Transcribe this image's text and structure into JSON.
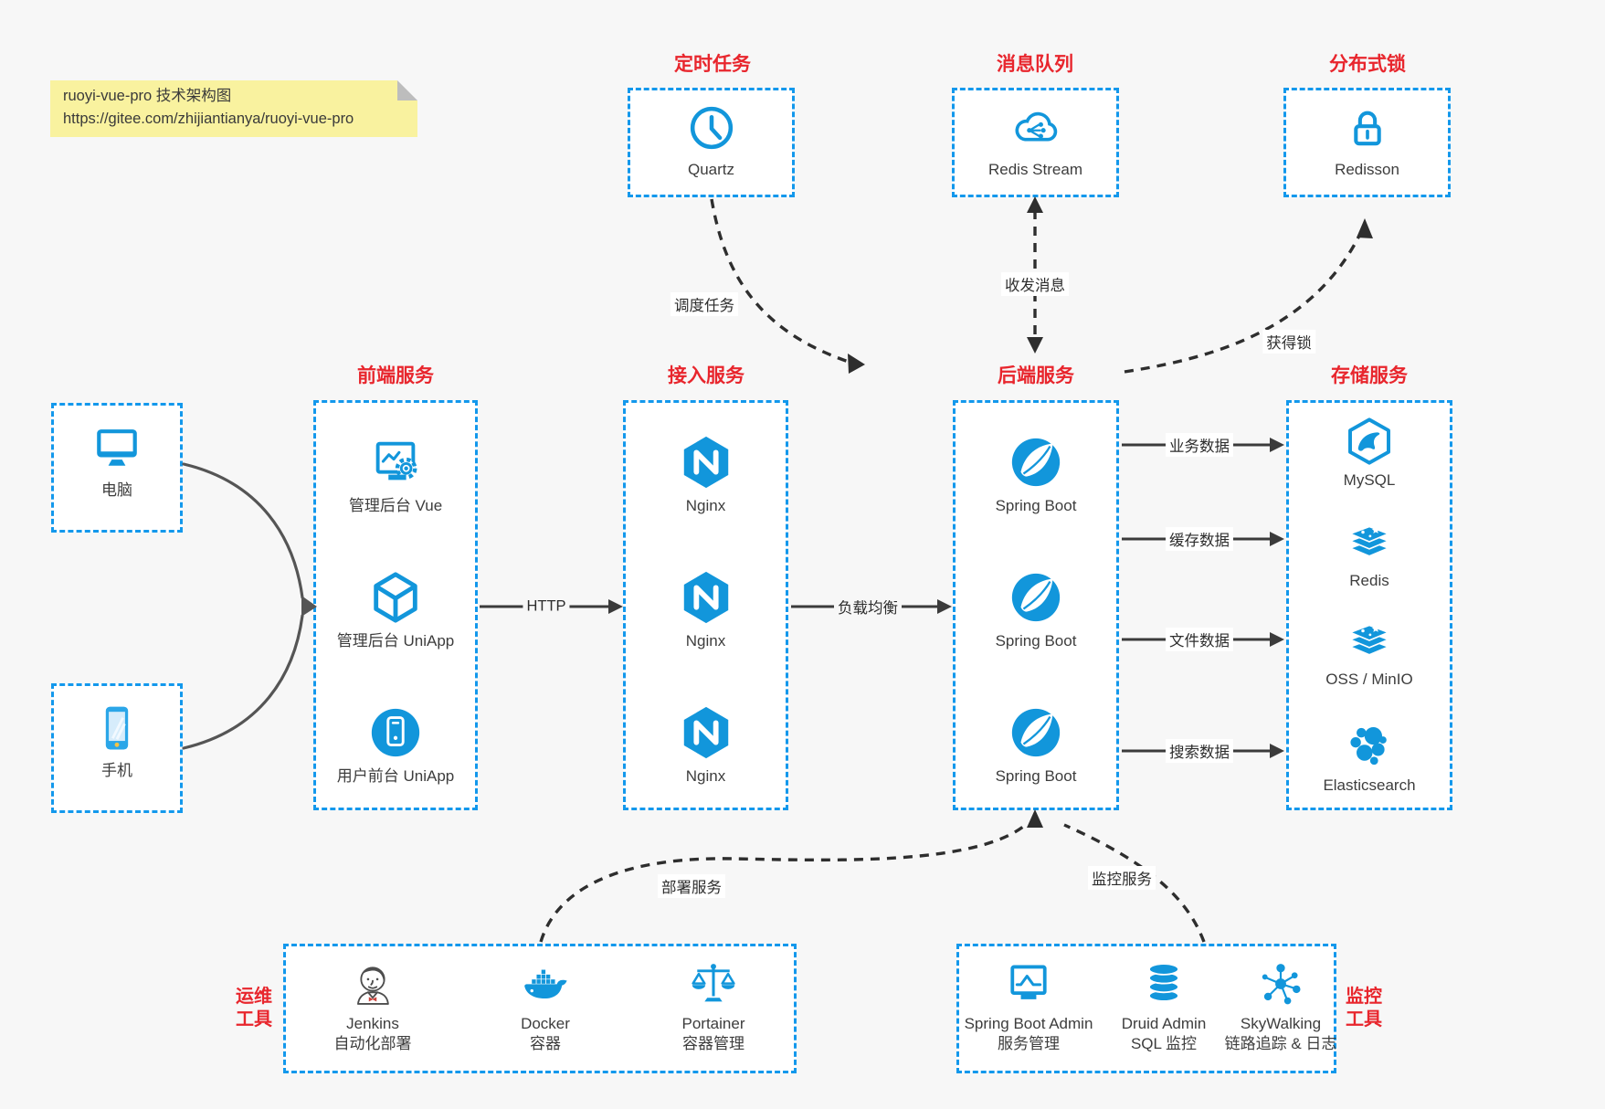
{
  "title_note": {
    "line1": "ruoyi-vue-pro 技术架构图",
    "line2": "https://gitee.com/zhijiantianya/ruoyi-vue-pro"
  },
  "colors": {
    "canvas_bg": "#f7f7f7",
    "box_border_blue": "#1398ec",
    "icon_blue": "#1296db",
    "accent_red": "#e8262d",
    "note_bg": "#f9f29f",
    "arrow_dark": "#3b3b3b"
  },
  "top_groups": [
    {
      "title": "定时任务",
      "item": {
        "label": "Quartz",
        "icon": "clock-icon"
      }
    },
    {
      "title": "消息队列",
      "item": {
        "label": "Redis Stream",
        "icon": "cloud-stream-icon"
      }
    },
    {
      "title": "分布式锁",
      "item": {
        "label": "Redisson",
        "icon": "lock-icon"
      }
    }
  ],
  "clients": [
    {
      "label": "电脑",
      "icon": "desktop-icon"
    },
    {
      "label": "手机",
      "icon": "phone-icon"
    }
  ],
  "columns": [
    {
      "title": "前端服务",
      "items": [
        {
          "label": "管理后台 Vue",
          "icon": "admin-vue-icon"
        },
        {
          "label": "管理后台 UniApp",
          "icon": "uniapp-cube-icon"
        },
        {
          "label": "用户前台 UniApp",
          "icon": "user-uniapp-icon"
        }
      ]
    },
    {
      "title": "接入服务",
      "items": [
        {
          "label": "Nginx",
          "icon": "nginx-icon"
        },
        {
          "label": "Nginx",
          "icon": "nginx-icon"
        },
        {
          "label": "Nginx",
          "icon": "nginx-icon"
        }
      ]
    },
    {
      "title": "后端服务",
      "items": [
        {
          "label": "Spring Boot",
          "icon": "spring-boot-icon"
        },
        {
          "label": "Spring Boot",
          "icon": "spring-boot-icon"
        },
        {
          "label": "Spring Boot",
          "icon": "spring-boot-icon"
        }
      ]
    },
    {
      "title": "存储服务",
      "items": [
        {
          "label": "MySQL",
          "icon": "mysql-icon"
        },
        {
          "label": "Redis",
          "icon": "redis-stack-icon"
        },
        {
          "label": "OSS / MinIO",
          "icon": "oss-stack-icon"
        },
        {
          "label": "Elasticsearch",
          "icon": "elasticsearch-icon"
        }
      ]
    }
  ],
  "bottom_groups": [
    {
      "title_line1": "运维",
      "title_line2": "工具",
      "items": [
        {
          "label": "Jenkins",
          "sublabel": "自动化部署",
          "icon": "jenkins-icon"
        },
        {
          "label": "Docker",
          "sublabel": "容器",
          "icon": "docker-icon"
        },
        {
          "label": "Portainer",
          "sublabel": "容器管理",
          "icon": "portainer-icon"
        }
      ]
    },
    {
      "title_line1": "监控",
      "title_line2": "工具",
      "items": [
        {
          "label": "Spring Boot Admin",
          "sublabel": "服务管理",
          "icon": "spring-boot-admin-icon"
        },
        {
          "label": "Druid Admin",
          "sublabel": "SQL 监控",
          "icon": "druid-icon"
        },
        {
          "label": "SkyWalking",
          "sublabel": "链路追踪 & 日志",
          "icon": "skywalking-icon"
        }
      ]
    }
  ],
  "edges": {
    "http": {
      "label": "HTTP",
      "style": "solid"
    },
    "load_balance": {
      "label": "负载均衡",
      "style": "solid"
    },
    "business_data": {
      "label": "业务数据",
      "style": "solid"
    },
    "cache_data": {
      "label": "缓存数据",
      "style": "solid"
    },
    "file_data": {
      "label": "文件数据",
      "style": "solid"
    },
    "search_data": {
      "label": "搜索数据",
      "style": "solid"
    },
    "schedule_task": {
      "label": "调度任务",
      "style": "dashed"
    },
    "send_receive_message": {
      "label": "收发消息",
      "style": "dashed"
    },
    "acquire_lock": {
      "label": "获得锁",
      "style": "dashed"
    },
    "deploy_service": {
      "label": "部署服务",
      "style": "dashed"
    },
    "monitor_service": {
      "label": "监控服务",
      "style": "dashed"
    }
  }
}
